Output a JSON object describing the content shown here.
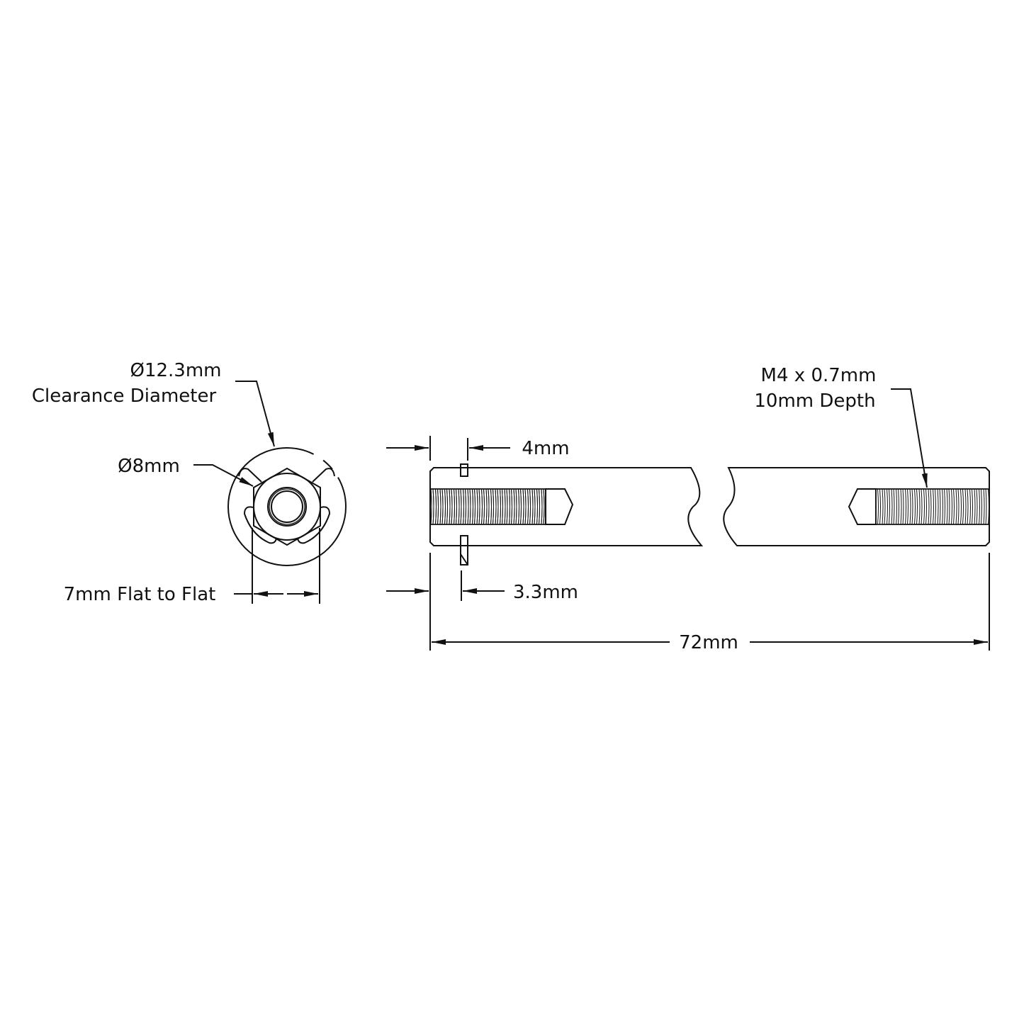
{
  "end_view": {
    "clearance_diameter": "Ø12.3mm",
    "clearance_label": "Clearance Diameter",
    "bore_diameter": "Ø8mm",
    "flat_to_flat": "7mm Flat to Flat"
  },
  "side_view": {
    "groove_offset": "4mm",
    "groove_depth_offset": "3.3mm",
    "overall_length": "72mm",
    "thread_spec": "M4 x 0.7mm",
    "thread_depth": "10mm Depth"
  },
  "colors": {
    "line": "#111111",
    "background": "#ffffff"
  }
}
